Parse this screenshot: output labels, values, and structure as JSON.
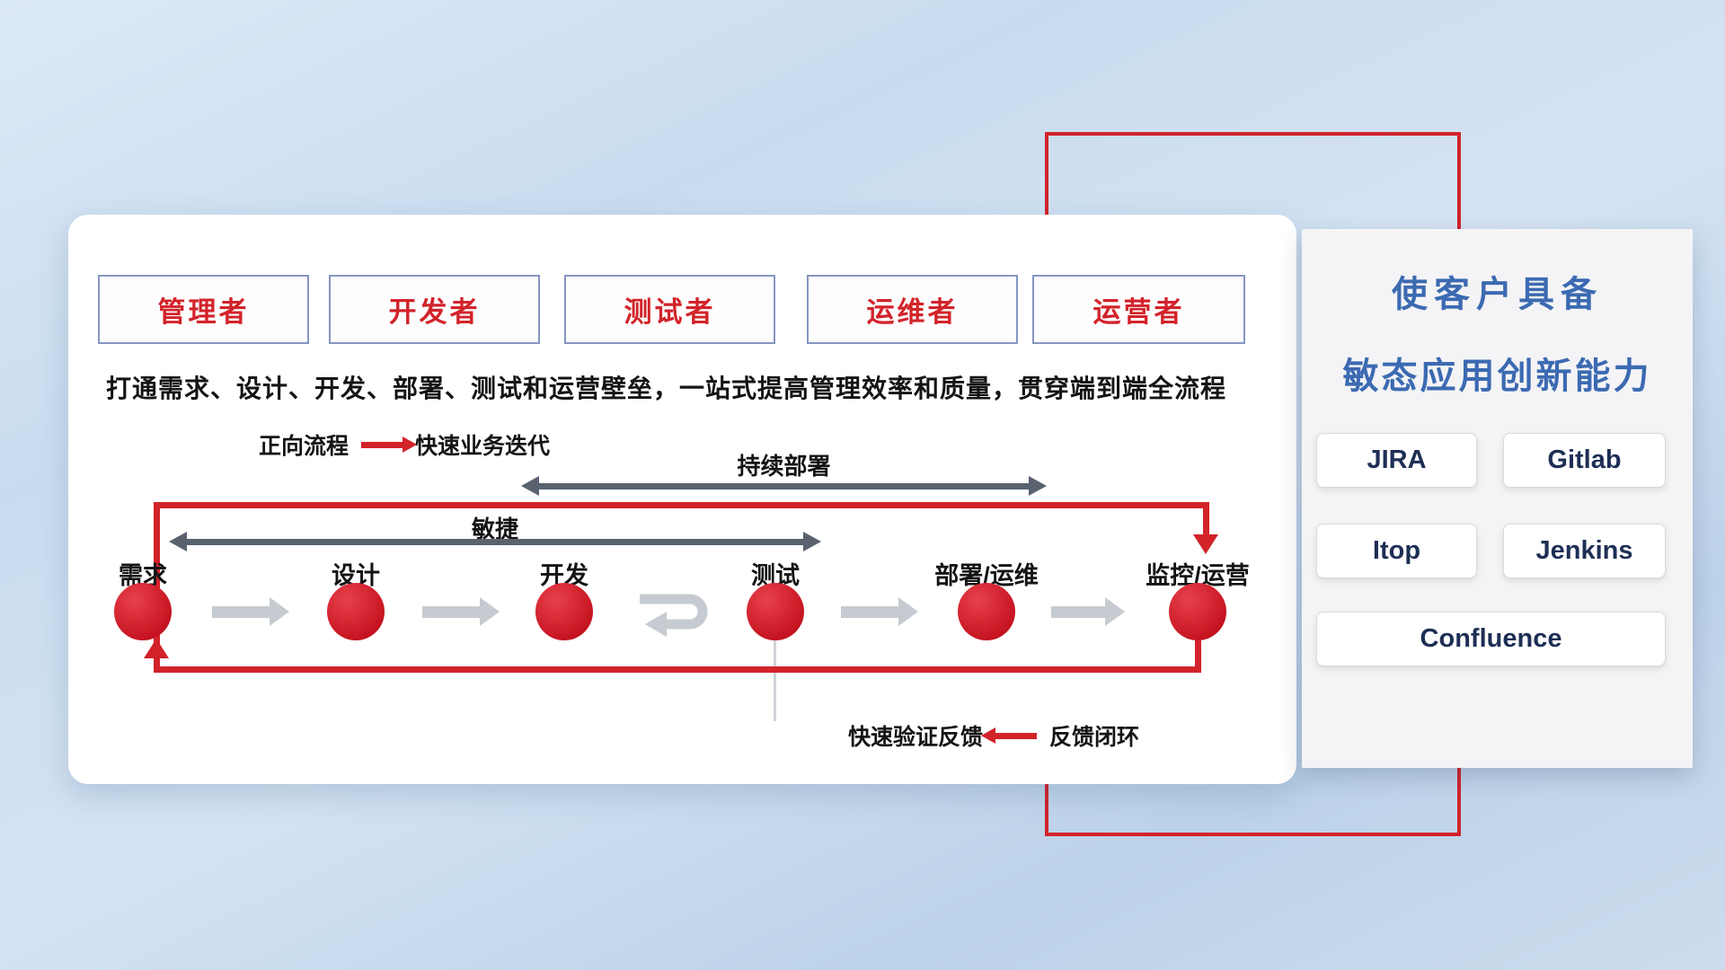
{
  "roles": [
    {
      "label": "管理者"
    },
    {
      "label": "开发者"
    },
    {
      "label": "测试者"
    },
    {
      "label": "运维者"
    },
    {
      "label": "运营者"
    }
  ],
  "subtitle": "打通需求、设计、开发、部署、测试和运营壁垒，一站式提高管理效率和质量，贯穿端到端全流程",
  "flow": {
    "forward_legend_label": "正向流程",
    "forward_legend_desc": "快速业务迭代",
    "continuous_deploy_label": "持续部署",
    "agile_label": "敏捷",
    "feedback_desc": "快速验证反馈",
    "feedback_legend_label": "反馈闭环",
    "stages": [
      "需求",
      "设计",
      "开发",
      "测试",
      "部署/运维",
      "监控/运营"
    ]
  },
  "right_panel": {
    "title_line1": "使客户具备",
    "title_line2": "敏态应用创新能力",
    "tools": [
      "JIRA",
      "Gitlab",
      "Itop",
      "Jenkins",
      "Confluence"
    ]
  },
  "colors": {
    "accent_red": "#d2232a",
    "title_blue": "#3c6ab2",
    "dark_arrow": "#5a6270",
    "light_arrow": "#c6cbd1",
    "role_text_red": "#d2232a",
    "tool_text_navy": "#1e2f55"
  }
}
